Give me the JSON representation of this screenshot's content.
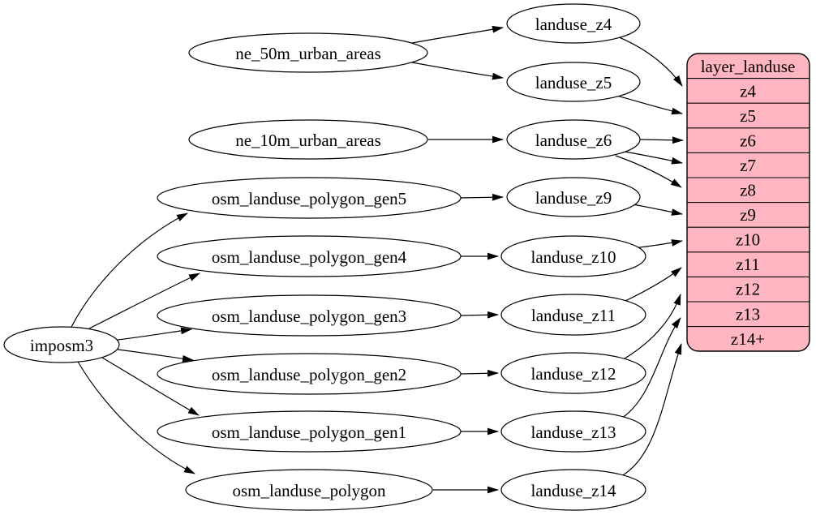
{
  "diagram": {
    "type": "dependency-graph",
    "background": "#ffffff",
    "colors": {
      "node_fill": "#ffffff",
      "node_stroke": "#000000",
      "edge": "#000000",
      "table_fill": "#ffb6c1",
      "text": "#000000"
    },
    "nodes": {
      "imposm3": "imposm3",
      "ne_50m_urban_areas": "ne_50m_urban_areas",
      "ne_10m_urban_areas": "ne_10m_urban_areas",
      "osm_landuse_polygon_gen5": "osm_landuse_polygon_gen5",
      "osm_landuse_polygon_gen4": "osm_landuse_polygon_gen4",
      "osm_landuse_polygon_gen3": "osm_landuse_polygon_gen3",
      "osm_landuse_polygon_gen2": "osm_landuse_polygon_gen2",
      "osm_landuse_polygon_gen1": "osm_landuse_polygon_gen1",
      "osm_landuse_polygon": "osm_landuse_polygon",
      "landuse_z4": "landuse_z4",
      "landuse_z5": "landuse_z5",
      "landuse_z6": "landuse_z6",
      "landuse_z9": "landuse_z9",
      "landuse_z10": "landuse_z10",
      "landuse_z11": "landuse_z11",
      "landuse_z12": "landuse_z12",
      "landuse_z13": "landuse_z13",
      "landuse_z14": "landuse_z14"
    },
    "table": {
      "title": "layer_landuse",
      "rows": [
        "z4",
        "z5",
        "z6",
        "z7",
        "z8",
        "z9",
        "z10",
        "z11",
        "z12",
        "z13",
        "z14+"
      ]
    },
    "edges": [
      {
        "from": "imposm3",
        "to": "osm_landuse_polygon_gen5"
      },
      {
        "from": "imposm3",
        "to": "osm_landuse_polygon_gen4"
      },
      {
        "from": "imposm3",
        "to": "osm_landuse_polygon_gen3"
      },
      {
        "from": "imposm3",
        "to": "osm_landuse_polygon_gen2"
      },
      {
        "from": "imposm3",
        "to": "osm_landuse_polygon_gen1"
      },
      {
        "from": "imposm3",
        "to": "osm_landuse_polygon"
      },
      {
        "from": "ne_50m_urban_areas",
        "to": "landuse_z4"
      },
      {
        "from": "ne_50m_urban_areas",
        "to": "landuse_z5"
      },
      {
        "from": "ne_10m_urban_areas",
        "to": "landuse_z6"
      },
      {
        "from": "osm_landuse_polygon_gen5",
        "to": "landuse_z9"
      },
      {
        "from": "osm_landuse_polygon_gen4",
        "to": "landuse_z10"
      },
      {
        "from": "osm_landuse_polygon_gen3",
        "to": "landuse_z11"
      },
      {
        "from": "osm_landuse_polygon_gen2",
        "to": "landuse_z12"
      },
      {
        "from": "osm_landuse_polygon_gen1",
        "to": "landuse_z13"
      },
      {
        "from": "osm_landuse_polygon",
        "to": "landuse_z14"
      },
      {
        "from": "landuse_z4",
        "to": "layer_landuse.z4"
      },
      {
        "from": "landuse_z5",
        "to": "layer_landuse.z5"
      },
      {
        "from": "landuse_z6",
        "to": "layer_landuse.z6"
      },
      {
        "from": "landuse_z6",
        "to": "layer_landuse.z7"
      },
      {
        "from": "landuse_z6",
        "to": "layer_landuse.z8"
      },
      {
        "from": "landuse_z9",
        "to": "layer_landuse.z9"
      },
      {
        "from": "landuse_z10",
        "to": "layer_landuse.z10"
      },
      {
        "from": "landuse_z11",
        "to": "layer_landuse.z11"
      },
      {
        "from": "landuse_z12",
        "to": "layer_landuse.z12"
      },
      {
        "from": "landuse_z13",
        "to": "layer_landuse.z13"
      },
      {
        "from": "landuse_z14",
        "to": "layer_landuse.z14+"
      }
    ]
  }
}
